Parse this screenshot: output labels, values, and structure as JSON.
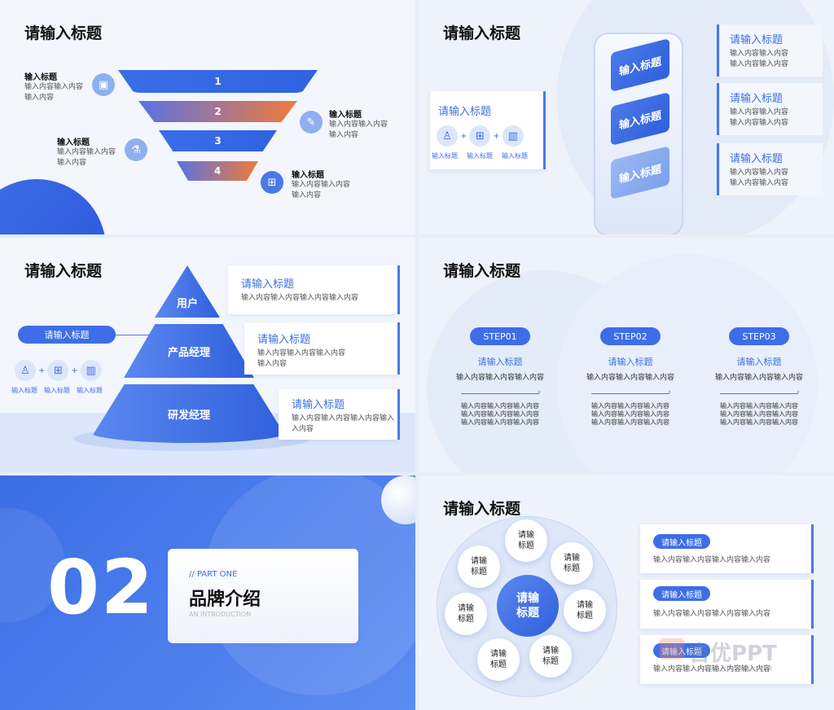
{
  "slide1": {
    "title": "请输入标题",
    "funnel": [
      "1",
      "2",
      "3",
      "4"
    ],
    "items": [
      {
        "heading": "输入标题",
        "line1": "输入内容输入内容",
        "line2": "输入内容"
      },
      {
        "heading": "输入标题",
        "line1": "输入内容输入内容",
        "line2": "输入内容"
      },
      {
        "heading": "输入标题",
        "line1": "输入内容输入内容",
        "line2": "输入内容"
      },
      {
        "heading": "输入标题",
        "line1": "输入内容输入内容",
        "line2": "输入内容"
      }
    ]
  },
  "slide2": {
    "title": "请输入标题",
    "left_title": "请输入标题",
    "icon_labels": [
      "输入标题",
      "输入标题",
      "输入标题"
    ],
    "steps": [
      "输入标题",
      "输入标题",
      "输入标题"
    ],
    "cards": [
      {
        "title": "请输入标题",
        "line1": "输入内容输入内容",
        "line2": "输入内容输入内容"
      },
      {
        "title": "请输入标题",
        "line1": "输入内容输入内容",
        "line2": "输入内容输入内容"
      },
      {
        "title": "请输入标题",
        "line1": "输入内容输入内容",
        "line2": "输入内容输入内容"
      }
    ]
  },
  "slide3": {
    "title": "请输入标题",
    "pill": "请输入标题",
    "icon_labels": [
      "输入标题",
      "输入标题",
      "输入标题"
    ],
    "pyramid": [
      "用户",
      "产品经理",
      "研发经理"
    ],
    "cards": [
      {
        "title": "请输入标题",
        "line1": "输入内容输入内容输入内容输入内容",
        "line2": ""
      },
      {
        "title": "请输入标题",
        "line1": "输入内容输入内容输入内容",
        "line2": "输入内容"
      },
      {
        "title": "请输入标题",
        "line1": "输入内容输入内容输入内容输入",
        "line2": "入内容"
      }
    ]
  },
  "slide4": {
    "title": "请输入标题",
    "steps": [
      {
        "label": "STEP01",
        "title": "请输入标题",
        "line": "输入内容输入内容输入内容",
        "d1": "输入内容输入内容输入内容",
        "d2": "输入内容输入内容输入内容",
        "d3": "输入内容输入内容输入内容"
      },
      {
        "label": "STEP02",
        "title": "请输入标题",
        "line": "输入内容输入内容输入内容",
        "d1": "输入内容输入内容输入内容",
        "d2": "输入内容输入内容输入内容",
        "d3": "输入内容输入内容输入内容"
      },
      {
        "label": "STEP03",
        "title": "请输入标题",
        "line": "输入内容输入内容输入内容",
        "d1": "输入内容输入内容输入内容",
        "d2": "输入内容输入内容输入内容",
        "d3": "输入内容输入内容输入内容"
      }
    ]
  },
  "slide5": {
    "number": "02",
    "part": "// PART ONE",
    "heading": "品牌介绍",
    "sub": "AN INTRODUCTION"
  },
  "slide6": {
    "title": "请输入标题",
    "center": "请输\n标题",
    "bubbles": [
      "请输\n标题",
      "请输\n标题",
      "请输\n标题",
      "请输\n标题",
      "请输\n标题",
      "请输\n标题",
      "请输\n标题"
    ],
    "cards": [
      {
        "pill": "请输入标题",
        "line": "输入内容输入内容输入内容输入内容"
      },
      {
        "pill": "请输入标题",
        "line": "输入内容输入内容输入内容输入内容"
      },
      {
        "pill": "请输入标题",
        "line": "输入内容输入内容输入内容输入内容"
      }
    ],
    "watermark": "吉优PPT",
    "watermark_sub": "RUOUTOTO.COM"
  }
}
